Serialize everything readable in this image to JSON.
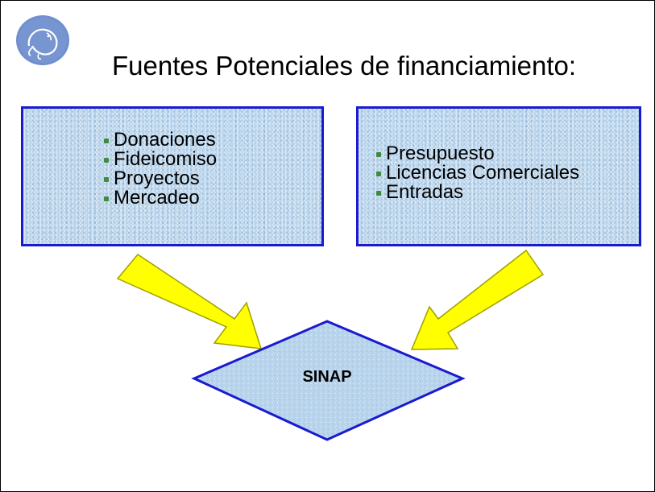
{
  "title": "Fuentes Potenciales de financiamiento:",
  "left_box": {
    "items": [
      "Donaciones",
      "Fideicomiso",
      "Proyectos",
      "Mercadeo"
    ]
  },
  "right_box": {
    "items": [
      "Presupuesto",
      "Licencias Comerciales",
      "Entradas"
    ]
  },
  "center": {
    "label": "SINAP"
  },
  "colors": {
    "box_border": "#1a1ad0",
    "box_fill": "#b8d4ec",
    "arrow_fill": "#ffff00",
    "arrow_stroke": "#a0a000",
    "bullet": "#3f8a3f"
  },
  "icons": {
    "logo": "manatee-logo"
  }
}
